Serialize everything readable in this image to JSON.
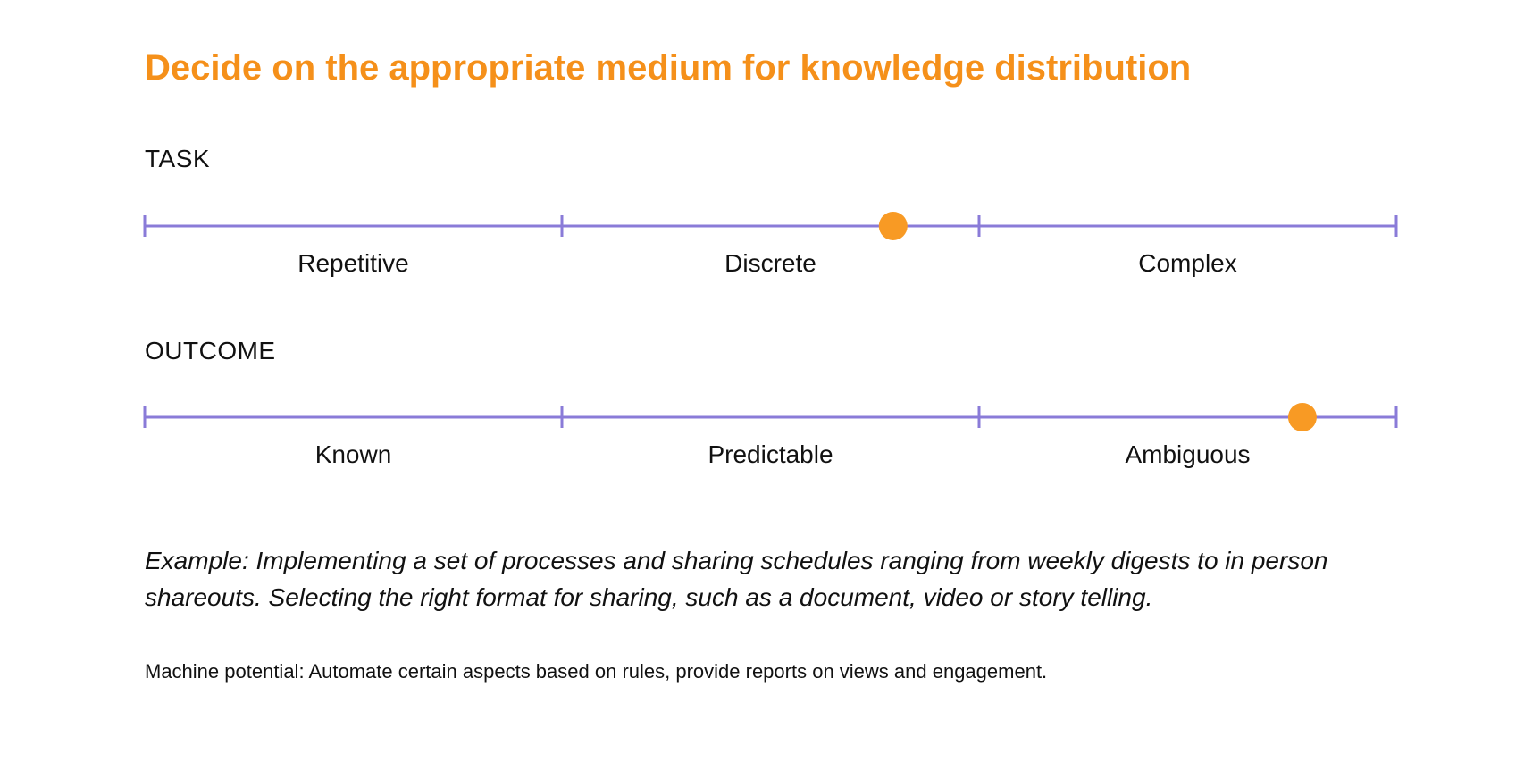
{
  "title": "Decide on the appropriate medium for knowledge distribution",
  "colors": {
    "title": "#F5901A",
    "scale_line": "#8A7BD8",
    "marker": "#F89A24",
    "text": "#111111"
  },
  "scales": [
    {
      "label": "TASK",
      "segments": [
        "Repetitive",
        "Discrete",
        "Complex"
      ],
      "marker_position": 0.598
    },
    {
      "label": "OUTCOME",
      "segments": [
        "Known",
        "Predictable",
        "Ambiguous"
      ],
      "marker_position": 0.925
    }
  ],
  "example": "Example: Implementing a set of processes and sharing schedules ranging from weekly digests to in person shareouts. Selecting the right format for sharing, such as a document, video or story telling.",
  "machine_potential": "Machine potential: Automate certain aspects based on rules, provide reports on views and engagement."
}
